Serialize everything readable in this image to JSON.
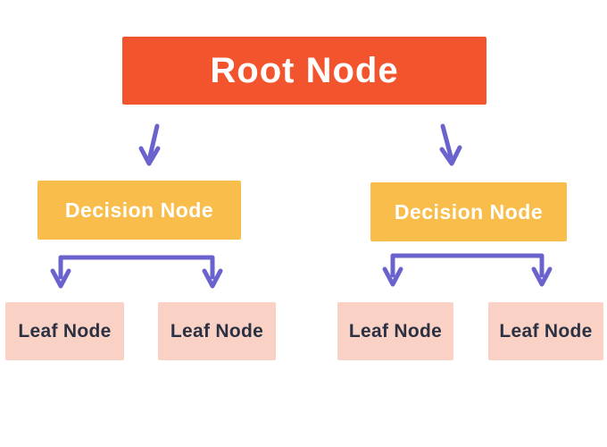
{
  "diagram": {
    "type": "decision-tree",
    "root": {
      "label": "Root Node"
    },
    "decision_nodes": [
      {
        "label": "Decision Node"
      },
      {
        "label": "Decision Node"
      }
    ],
    "leaf_nodes": [
      {
        "label": "Leaf Node"
      },
      {
        "label": "Leaf Node"
      },
      {
        "label": "Leaf Node"
      },
      {
        "label": "Leaf Node"
      }
    ],
    "edges": [
      "root -> decision-left",
      "root -> decision-right",
      "decision-left -> leaf-1",
      "decision-left -> leaf-2",
      "decision-right -> leaf-3",
      "decision-right -> leaf-4"
    ]
  },
  "colors": {
    "canvas_bg": "#FFFFFF",
    "root_bg": "#F2552E",
    "root_text": "#FFFFFF",
    "decision_bg": "#F9BD4B",
    "decision_text": "#FFFFFF",
    "leaf_bg": "#FAD1C5",
    "leaf_text": "#2B3142",
    "arrow": "#6A63CE"
  }
}
